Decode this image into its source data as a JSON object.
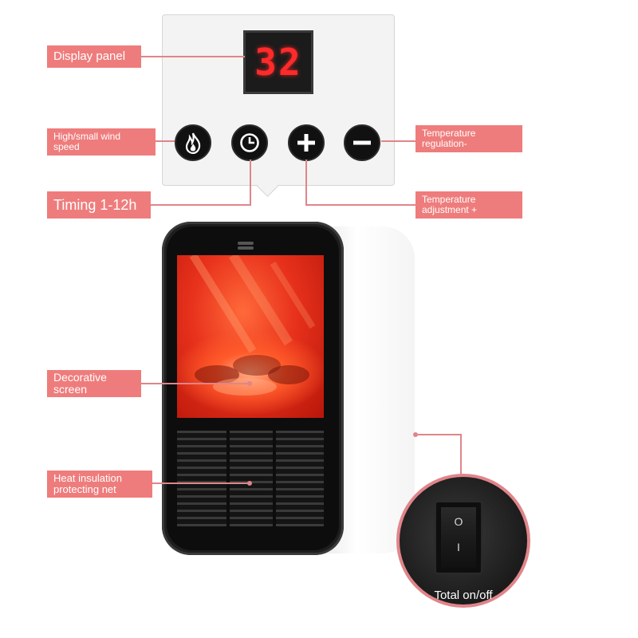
{
  "display": {
    "digits": "32"
  },
  "controls": [
    {
      "icon": "flame-icon"
    },
    {
      "icon": "clock-icon"
    },
    {
      "icon": "plus-icon"
    },
    {
      "icon": "minus-icon"
    }
  ],
  "labels": {
    "display_panel": "Display panel",
    "wind_speed": "High/small wind speed",
    "timing": "Timing 1-12h",
    "temp_minus": "Temperature regulation-",
    "temp_plus": "Temperature adjustment +",
    "decorative_screen": "Decorative screen",
    "heat_net": "Heat insulation protecting net",
    "power_switch": "Total on/off"
  },
  "switch_marks": {
    "on": "O",
    "off": "I"
  },
  "colors": {
    "label_bg": "#ef7c7c",
    "leader": "#e0858a",
    "display_digit": "#ff2a2a",
    "flame": "#e8321c"
  }
}
